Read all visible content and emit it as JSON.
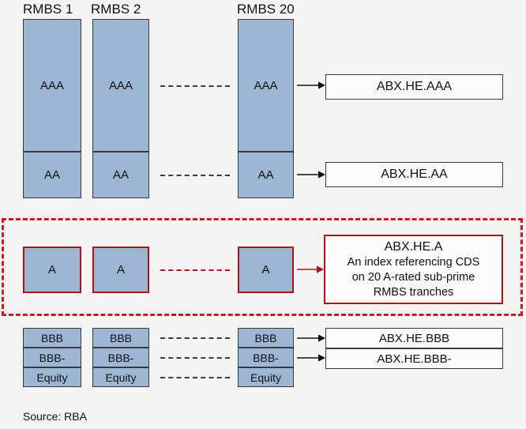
{
  "figure": {
    "source_note": "Source: RBA",
    "background_color": "#f4f4f4",
    "tranche_fill": "#9cb6d4",
    "tranche_border": "#3a3a3a",
    "highlight_color": "#cc1a1a",
    "highlight_border_color": "#b01119"
  },
  "columns": [
    {
      "title": "RMBS 1"
    },
    {
      "title": "RMBS 2"
    },
    {
      "title": "RMBS 20"
    }
  ],
  "tranches": {
    "aaa": "AAA",
    "aa": "AA",
    "a": "A",
    "bbb": "BBB",
    "bbb_minus": "BBB-",
    "equity": "Equity"
  },
  "indices": {
    "aaa": "ABX.HE.AAA",
    "aa": "ABX.HE.AA",
    "bbb": "ABX.HE.BBB",
    "bbb_minus": "ABX.HE.BBB-",
    "a_title": "ABX.HE.A",
    "a_desc_line1": "An index referencing CDS",
    "a_desc_line2": "on 20 A-rated sub-prime",
    "a_desc_line3": "RMBS tranches"
  }
}
